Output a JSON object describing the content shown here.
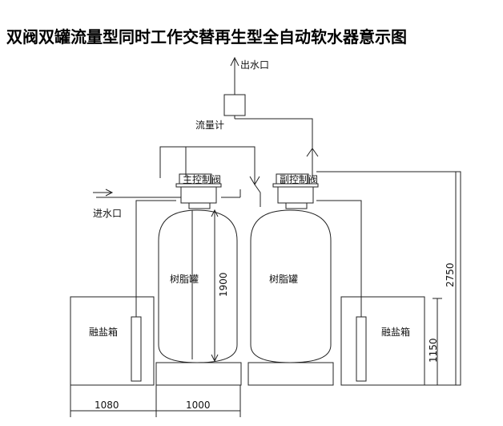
{
  "title": "双阀双罐流量型同时工作交替再生型全自动软水器意示图",
  "labels": {
    "outlet": "出水口",
    "flow_meter": "流量计",
    "main_valve": "主控制阀",
    "aux_valve": "副控制阀",
    "inlet": "进水口",
    "resin_tank_left": "树脂罐",
    "resin_tank_right": "树脂罐",
    "brine_tank_left": "融盐箱",
    "brine_tank_right": "融盐箱"
  },
  "dimensions": {
    "tank_height": "1900",
    "brine_width": "1080",
    "tank_width": "1000",
    "brine_height": "1150",
    "total_height": "2750"
  },
  "colors": {
    "line": "#222222",
    "background": "#ffffff"
  }
}
